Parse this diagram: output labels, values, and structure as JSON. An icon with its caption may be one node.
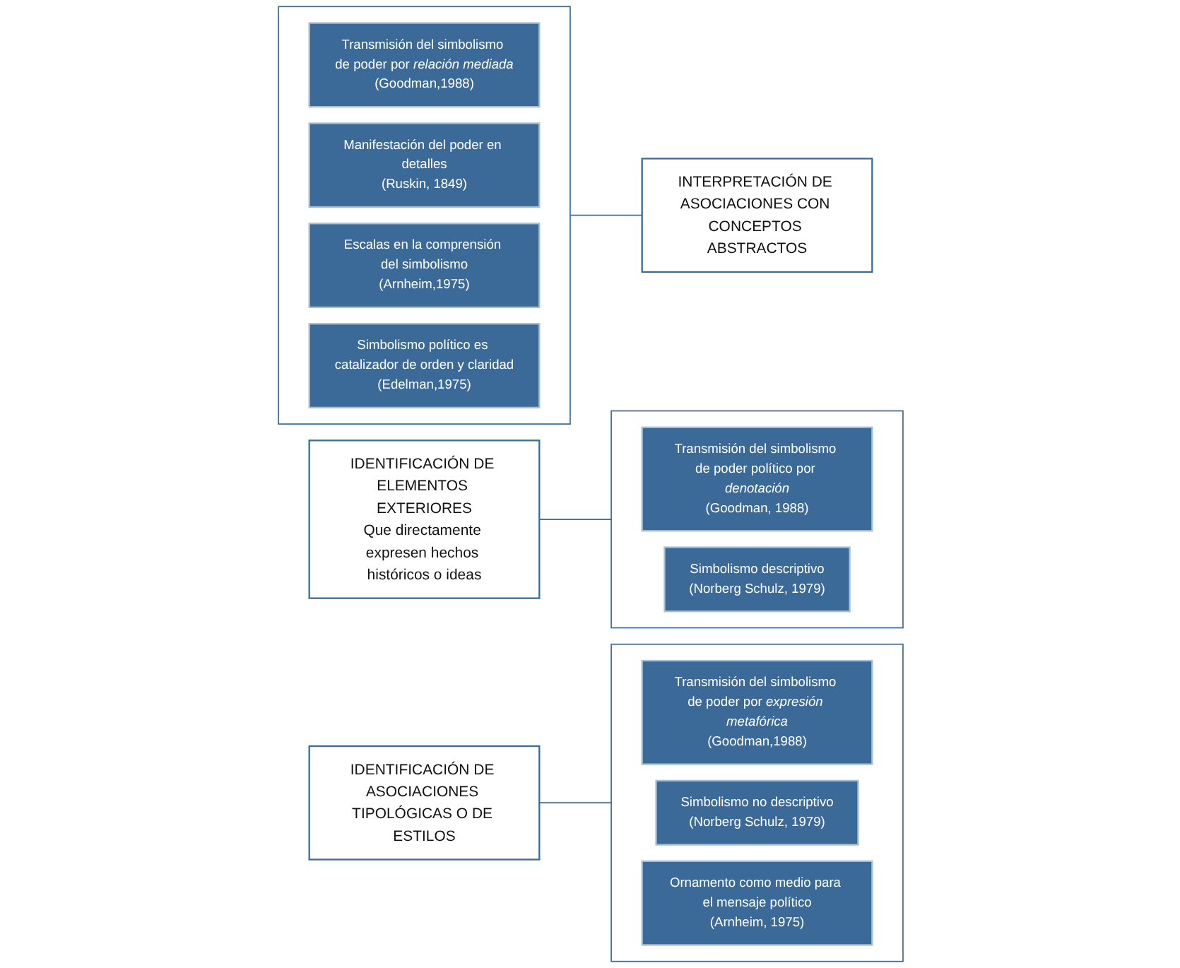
{
  "diagram": {
    "nodes": [
      {
        "text": [],
        "shape": "box"
      },
      {
        "text": [
          "Transmisión del simbolismo de poder político por *denotación*",
          "(Goodman, 1988)"
        ],
        "in": 0
      },
      {
        "text": [
          "Simbolismo descriptivo",
          "(Norberg Schulz, 1979)"
        ],
        "in": 0
      },
      {
        "text": [
          "IDENTIFICACIÓN DE ELEMENTOS EXTERIORES",
          "Que directamente expresen hechos históricos o ideas"
        ]
      },
      {
        "text": [],
        "shape": "box"
      },
      {
        "text": [
          "Transmisión del simbolismo de poder por *relación mediada*",
          "(Goodman,1988)"
        ],
        "in": 4
      },
      {
        "text": [
          "Manifestación del poder en detalles",
          "(Ruskin, 1849)"
        ],
        "in": 4
      },
      {
        "text": [
          "Escalas en la comprensión del simbolismo",
          "(Arnheim,1975)"
        ],
        "in": 4
      },
      {
        "text": [
          "Simbolismo político es catalizador de orden y claridad",
          "(Edelman,1975)"
        ],
        "in": 4
      },
      {
        "text": [
          "IDENTIFICACIÓN DE ASOCIACIONES TIPOLÓGICAS O DE ESTILOS"
        ]
      },
      {
        "text": [],
        "shape": "box"
      },
      {
        "text": [
          "Transmisión del simbolismo de poder por *expresión metafórica*",
          "(Goodman,1988)"
        ],
        "in": 10
      },
      {
        "text": [
          "Simbolismo no descriptivo",
          "(Norberg Schulz, 1979)"
        ],
        "in": 10
      },
      {
        "text": [
          "Ornamento como medio para el mensaje político",
          "(Arnheim, 1975)"
        ],
        "in": 10
      },
      {
        "text": [
          "INTERPRETACIÓN DE ASOCIACIONES CON CONCEPTOS ABSTRACTOS"
        ]
      }
    ],
    "edges": [
      {
        "from": 3,
        "to": 0,
        "arrow": "none"
      },
      {
        "from": 9,
        "to": 10,
        "arrow": "none"
      },
      {
        "from": 4,
        "to": 14,
        "arrow": "none"
      }
    ]
  }
}
